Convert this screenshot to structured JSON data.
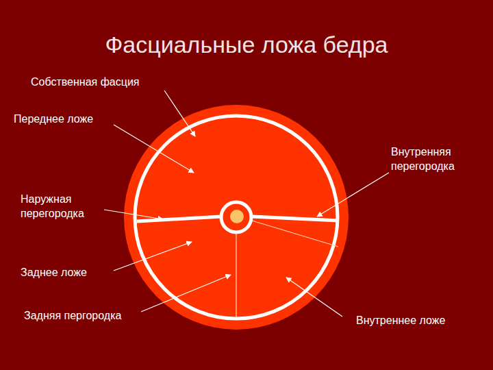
{
  "diagram": {
    "title": "Фасциальные ложа бедра",
    "labels": [
      "Собственная фасция",
      "Переднее ложе",
      "Внутренняя перегородка",
      "Наружная перегородка",
      "Заднее ложе",
      "Задняя пергородка",
      "Внутреннее ложе"
    ]
  }
}
